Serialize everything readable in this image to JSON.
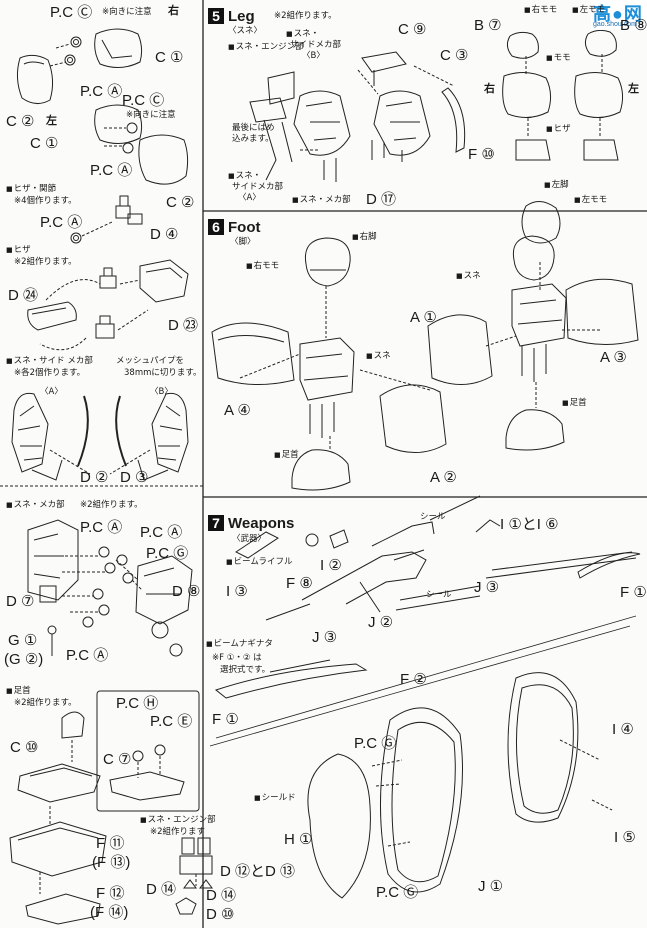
{
  "watermark": {
    "main": "高●网",
    "sub": "gao.shou.com"
  },
  "sections": {
    "left_top": {
      "labels": {
        "pc_c": "P.C Ⓒ",
        "c1a": "C ①",
        "pca_a": "P.C Ⓐ",
        "c2a": "C ②",
        "c1b": "C ①",
        "pcc_b": "P.C Ⓒ",
        "pca_b": "P.C Ⓐ",
        "c2b": "C ②"
      },
      "notes": {
        "orient_a": "※向きに注意",
        "orient_b": "※向きに注意"
      },
      "right_mark": "右",
      "left_mark": "左"
    },
    "knee_joint": {
      "title": "ヒザ・関節",
      "note": "※4個作ります。",
      "labels": {
        "pca": "P.C Ⓐ",
        "d4": "D ④"
      }
    },
    "knee": {
      "title": "ヒザ",
      "note": "※2組作ります。",
      "labels": {
        "d24": "D ㉔",
        "d23": "D ㉓"
      }
    },
    "shin_side": {
      "title": "スネ・サイド メカ部",
      "note": "※各2個作ります。",
      "mesh_note_1": "メッシュパイプを",
      "mesh_note_2": "38mmに切ります。",
      "labels": {
        "a": "〈A〉",
        "b": "〈B〉",
        "d2": "D ②",
        "d3": "D ③"
      }
    },
    "shin_mech": {
      "title": "スネ・メカ部",
      "note": "※2組作ります。",
      "labels": {
        "pca1": "P.C Ⓐ",
        "pca2": "P.C Ⓐ",
        "pcg": "P.C Ⓖ",
        "d8": "D ⑧",
        "d7": "D ⑦",
        "g1": "G ①",
        "g2": "(G ②)",
        "pca3": "P.C Ⓐ"
      }
    },
    "ankle": {
      "title": "足首",
      "note": "※2組作ります。",
      "labels": {
        "c10": "C ⑩",
        "c7": "C ⑦",
        "pch": "P.C Ⓗ",
        "pce": "P.C Ⓔ",
        "f11": "F ⑪",
        "f13": "(F ⑬)",
        "f12": "F ⑫",
        "f14": "(F ⑭)"
      }
    },
    "shin_engine": {
      "title": "スネ・エンジン部",
      "note": "※2組作ります",
      "labels": {
        "d12_13": "D ⑫とD ⑬",
        "d14a": "D ⑭",
        "d14b": "D ⑭",
        "d10": "D ⑩"
      }
    },
    "leg": {
      "number": "5",
      "title": "Leg",
      "subtitle": "〈スネ〉",
      "note": "※2組作ります。",
      "labels": {
        "engine": "スネ・エンジン部",
        "side_b": "スネ・",
        "side_b2": "サイドメカ部",
        "side_b3": "〈B〉",
        "c9": "C ⑨",
        "c3": "C ③",
        "finally_1": "最後にはめ",
        "finally_2": "込みます。",
        "side_a": "スネ・",
        "side_a2": "サイドメカ部",
        "side_a3": "〈A〉",
        "mech": "スネ・メカ部",
        "d17": "D ⑰",
        "f10": "F ⑩",
        "right": "右",
        "left": "左"
      },
      "thigh": {
        "right_thigh": "右モモ",
        "left_thigh": "左モモ",
        "b7": "B ⑦",
        "b8": "B ⑧",
        "thigh": "モモ",
        "knee": "ヒザ"
      }
    },
    "foot": {
      "number": "6",
      "title": "Foot",
      "subtitle": "〈脚〉",
      "labels": {
        "right_leg": "右脚",
        "left_leg": "左脚",
        "right_thigh": "右モモ",
        "left_thigh": "左モモ",
        "shin1": "スネ",
        "shin2": "スネ",
        "a1": "A ①",
        "a3": "A ③",
        "a4": "A ④",
        "a2": "A ②",
        "ankle1": "足首",
        "ankle2": "足首"
      }
    },
    "weapons": {
      "number": "7",
      "title": "Weapons",
      "subtitle": "〈武器〉",
      "labels": {
        "seal_a": "シール",
        "i1_i6": "I ①とI ⑥",
        "beam_rifle": "ビームライフル",
        "f8": "F ⑧",
        "i2": "I ②",
        "seal_b": "シール",
        "j3a": "J ③",
        "f1a": "F ①",
        "i3": "I ③",
        "j2": "J ②",
        "beam_naginata": "ビームナギナタ",
        "naginata_note_1": "※F ①・② は",
        "naginata_note_2": "選択式です。",
        "j3b": "J ③",
        "f2": "F ②",
        "f1b": "F ①",
        "i4": "I ④",
        "pcg_a": "P.C Ⓖ",
        "shield": "シールド",
        "h1": "H ①",
        "i5": "I ⑤",
        "pcg_b": "P.C Ⓖ",
        "j1": "J ①"
      }
    }
  }
}
